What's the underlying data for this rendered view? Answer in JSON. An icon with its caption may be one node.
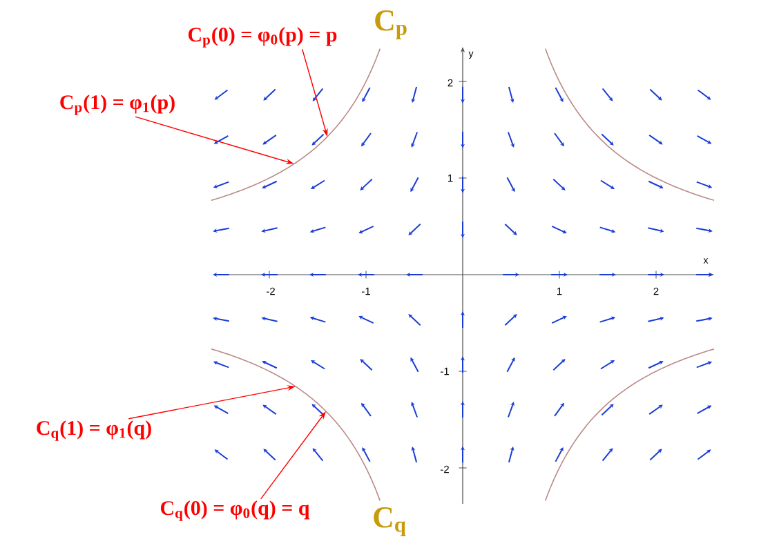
{
  "diagram": {
    "nodes": [
      {
        "text": [
          "C$_{p}$(0) =  φ$_{0}$(p) = p"
        ]
      },
      {
        "text": [
          "C$_{p}$(1) =  φ$_{1}$(p)"
        ]
      },
      {
        "text": [
          "C$_{q}$(1) =  φ$_{1}$(q)"
        ]
      },
      {
        "text": [
          "C$_{q}$(0) =  φ$_{0}$(q) = q"
        ]
      },
      {
        "text": [],
        "shape": "curve"
      },
      {
        "text": [],
        "shape": "curve"
      }
    ],
    "edges": [
      {
        "from": 0,
        "to": 4,
        "arrow": "to"
      },
      {
        "from": 1,
        "to": 4,
        "arrow": "to"
      },
      {
        "from": 2,
        "to": 5,
        "arrow": "to"
      },
      {
        "from": 3,
        "to": 5,
        "arrow": "to"
      }
    ],
    "labels": [
      "C$_{p}$",
      "y",
      "2",
      "1",
      "x",
      "-2",
      "-1",
      "1",
      "2",
      "-1",
      "-2",
      "C$_{q}$"
    ]
  }
}
